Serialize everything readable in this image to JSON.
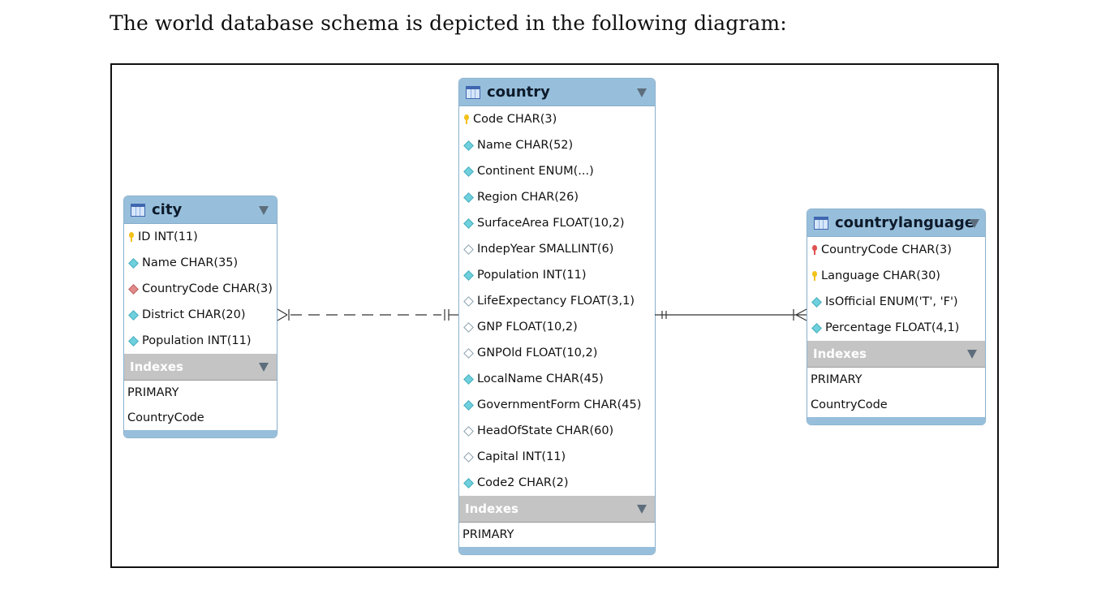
{
  "caption": "The world database schema is depicted in the following diagram:",
  "tables": {
    "city": {
      "name": "city",
      "columns": [
        {
          "label": "ID INT(11)",
          "marker": "pk-key",
          "color": "#f2c21b"
        },
        {
          "label": "Name CHAR(35)",
          "marker": "filled-diamond"
        },
        {
          "label": "CountryCode CHAR(3)",
          "marker": "fk-diamond"
        },
        {
          "label": "District CHAR(20)",
          "marker": "filled-diamond"
        },
        {
          "label": "Population INT(11)",
          "marker": "filled-diamond"
        }
      ],
      "indexes_label": "Indexes",
      "indexes": [
        "PRIMARY",
        "CountryCode"
      ]
    },
    "country": {
      "name": "country",
      "columns": [
        {
          "label": "Code CHAR(3)",
          "marker": "pk-key",
          "color": "#f2c21b"
        },
        {
          "label": "Name CHAR(52)",
          "marker": "filled-diamond"
        },
        {
          "label": "Continent ENUM(...)",
          "marker": "filled-diamond"
        },
        {
          "label": "Region CHAR(26)",
          "marker": "filled-diamond"
        },
        {
          "label": "SurfaceArea FLOAT(10,2)",
          "marker": "filled-diamond"
        },
        {
          "label": "IndepYear SMALLINT(6)",
          "marker": "empty-diamond"
        },
        {
          "label": "Population INT(11)",
          "marker": "filled-diamond"
        },
        {
          "label": "LifeExpectancy FLOAT(3,1)",
          "marker": "empty-diamond"
        },
        {
          "label": "GNP FLOAT(10,2)",
          "marker": "empty-diamond"
        },
        {
          "label": "GNPOld FLOAT(10,2)",
          "marker": "empty-diamond"
        },
        {
          "label": "LocalName CHAR(45)",
          "marker": "filled-diamond"
        },
        {
          "label": "GovernmentForm CHAR(45)",
          "marker": "filled-diamond"
        },
        {
          "label": "HeadOfState CHAR(60)",
          "marker": "empty-diamond"
        },
        {
          "label": "Capital INT(11)",
          "marker": "empty-diamond"
        },
        {
          "label": "Code2 CHAR(2)",
          "marker": "filled-diamond"
        }
      ],
      "indexes_label": "Indexes",
      "indexes": [
        "PRIMARY"
      ]
    },
    "countrylanguage": {
      "name": "countrylanguage",
      "columns": [
        {
          "label": "CountryCode CHAR(3)",
          "marker": "pk-key",
          "color": "#e25050"
        },
        {
          "label": "Language CHAR(30)",
          "marker": "pk-key",
          "color": "#f2c21b"
        },
        {
          "label": "IsOfficial ENUM('T', 'F')",
          "marker": "filled-diamond"
        },
        {
          "label": "Percentage FLOAT(4,1)",
          "marker": "filled-diamond"
        }
      ],
      "indexes_label": "Indexes",
      "indexes": [
        "PRIMARY",
        "CountryCode"
      ]
    }
  },
  "relationships": [
    {
      "from": "city",
      "to": "country",
      "style": "dashed",
      "from_end": "many",
      "to_end": "one"
    },
    {
      "from": "country",
      "to": "countrylanguage",
      "style": "solid",
      "from_end": "one",
      "to_end": "one-or-many"
    }
  ]
}
